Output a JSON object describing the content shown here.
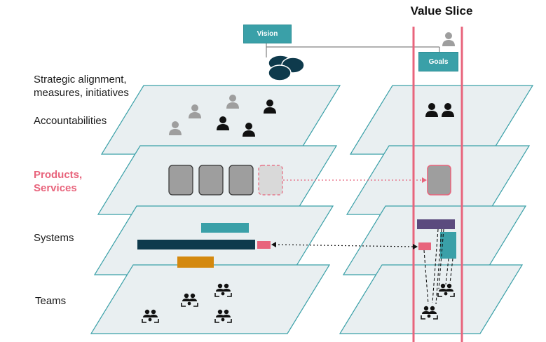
{
  "slice": {
    "title": "Value Slice"
  },
  "top": {
    "vision_label": "Vision",
    "goals_label": "Goals"
  },
  "labels": {
    "strategic": [
      "Strategic alignment,",
      "measures, initiatives"
    ],
    "accountabilities": "Accountabilities",
    "products": [
      "Products,",
      "Services"
    ],
    "systems": "Systems",
    "teams": "Teams"
  },
  "colors": {
    "plane_fill": "#e9eff1",
    "plane_stroke": "#3aa0a8",
    "teal": "#3aa0a8",
    "navy": "#0e3a4c",
    "pink": "#e8647c",
    "purple": "#5b4a7e",
    "orange": "#d4890f",
    "gray": "#9e9e9e",
    "black": "#111111"
  },
  "icons": {
    "person": "person-icon",
    "team": "team-icon",
    "cloud": "cluster-icon"
  }
}
